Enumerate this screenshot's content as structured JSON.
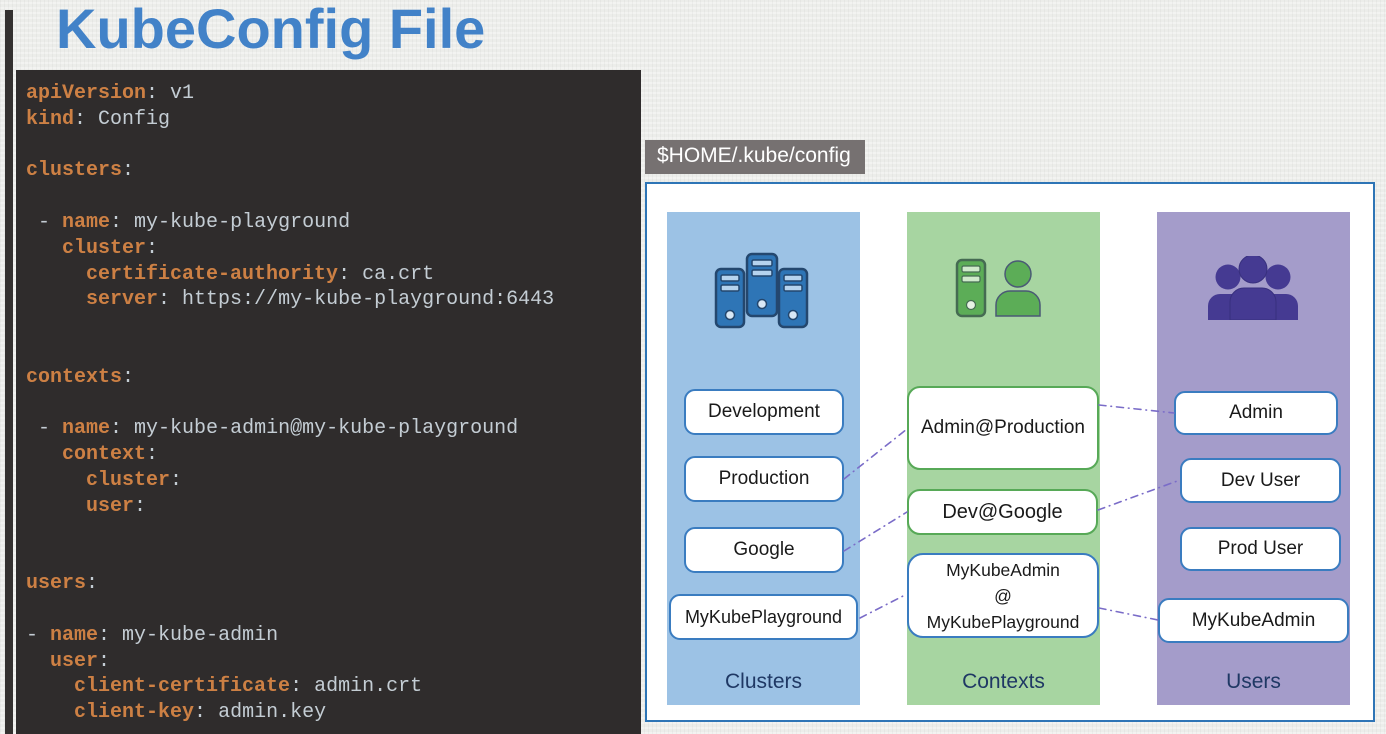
{
  "page": {
    "title": "KubeConfig File"
  },
  "code": {
    "lines": [
      "apiVersion: v1",
      "kind: Config",
      "",
      "clusters:",
      "",
      " - name: my-kube-playground",
      "   cluster:",
      "     certificate-authority: ca.crt",
      "     server: https://my-kube-playground:6443",
      "",
      "",
      "contexts:",
      "",
      " - name: my-kube-admin@my-kube-playground",
      "   context:",
      "     cluster:",
      "     user:",
      "",
      "",
      "users:",
      "",
      "- name: my-kube-admin",
      "  user:",
      "    client-certificate: admin.crt",
      "    client-key: admin.key"
    ],
    "colors": {
      "background": "#2f2c2c",
      "key": "#cd8044",
      "value": "#c4cdd4"
    }
  },
  "diagram": {
    "path_label": "$HOME/.kube/config",
    "columns": [
      {
        "id": "clusters",
        "label": "Clusters",
        "icon": "servers-icon",
        "color": "#9cc2e5",
        "items": [
          "Development",
          "Production",
          "Google",
          "MyKubePlayground"
        ]
      },
      {
        "id": "contexts",
        "label": "Contexts",
        "icon": "server-user-icon",
        "color": "#a7d5a1",
        "items": [
          "Admin@Production",
          "Dev@Google",
          [
            "MyKubeAdmin",
            "@",
            "MyKubePlayground"
          ]
        ]
      },
      {
        "id": "users",
        "label": "Users",
        "icon": "users-group-icon",
        "color": "#a49cca",
        "items": [
          "Admin",
          "Dev User",
          "Prod User",
          "MyKubeAdmin"
        ]
      }
    ],
    "connections": [
      {
        "from": "Production",
        "to": "Admin@Production"
      },
      {
        "from": "Google",
        "to": "Dev@Google"
      },
      {
        "from": "MyKubePlayground",
        "to": "MyKubeAdmin@MyKubePlayground"
      },
      {
        "from": "Admin@Production",
        "to": "Admin"
      },
      {
        "from": "Dev@Google",
        "to": "Dev User"
      },
      {
        "from": "MyKubeAdmin@MyKubePlayground",
        "to": "MyKubeAdmin"
      }
    ],
    "colors": {
      "title": "#4282c8",
      "container_border": "#2e75b6",
      "badge_background": "#767171",
      "connector": "#7a6cc8",
      "cluster_box_border": "#3a7cc0",
      "context_box_border": "#57a957",
      "active_context_border": "#3a7cc0",
      "label_text": "#1f3864"
    }
  }
}
